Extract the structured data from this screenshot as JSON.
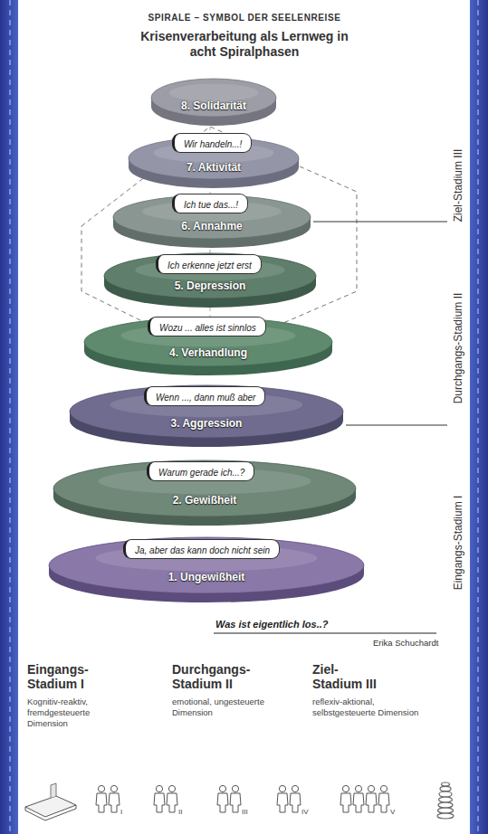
{
  "diagram": {
    "title": "SPIRALE – SYMBOL DER SEELENREISE",
    "nodes": [
      {
        "text": [
          "1. Ungewißheit"
        ]
      },
      {
        "text": [
          "Ja, aber das kann doch nicht sein"
        ]
      },
      {
        "text": [
          "2. Gewißheit"
        ]
      },
      {
        "text": [
          "Warum gerade ich...?"
        ]
      },
      {
        "text": [
          "3. Aggression"
        ]
      },
      {
        "text": [
          "Wenn ..., dann muß aber"
        ]
      },
      {
        "text": [
          "4. Verhandlung"
        ]
      },
      {
        "text": [
          "Wozu ... alles ist sinnlos"
        ]
      },
      {
        "text": [
          "5. Depression"
        ]
      },
      {
        "text": [
          "Ich erkenne jetzt erst"
        ]
      },
      {
        "text": [
          "6. Annahme"
        ]
      },
      {
        "text": [
          "Ich tue das...!"
        ]
      },
      {
        "text": [
          "7. Aktivität"
        ]
      },
      {
        "text": [
          "Wir handeln...!"
        ]
      },
      {
        "text": [
          "8. Solidarität"
        ]
      }
    ],
    "labels": [
      "Krisenverarbeitung als Lernweg in acht Spiralphasen",
      "Ziel-Stadium III",
      "Durchgangs-Stadium II",
      "Eingangs-Stadium I",
      "Was ist eigentlich los..?",
      "Erika Schuchardt",
      "Eingangs-Stadium I",
      "Kognitiv-reaktiv, fremdgesteuerte Dimension",
      "Durchgangs-Stadium II",
      "emotional, ungesteuerte Dimension",
      "Ziel-Stadium III",
      "reflexiv-aktional, selbstgesteuerte Dimension",
      "I",
      "II",
      "III",
      "IV",
      "V"
    ]
  }
}
